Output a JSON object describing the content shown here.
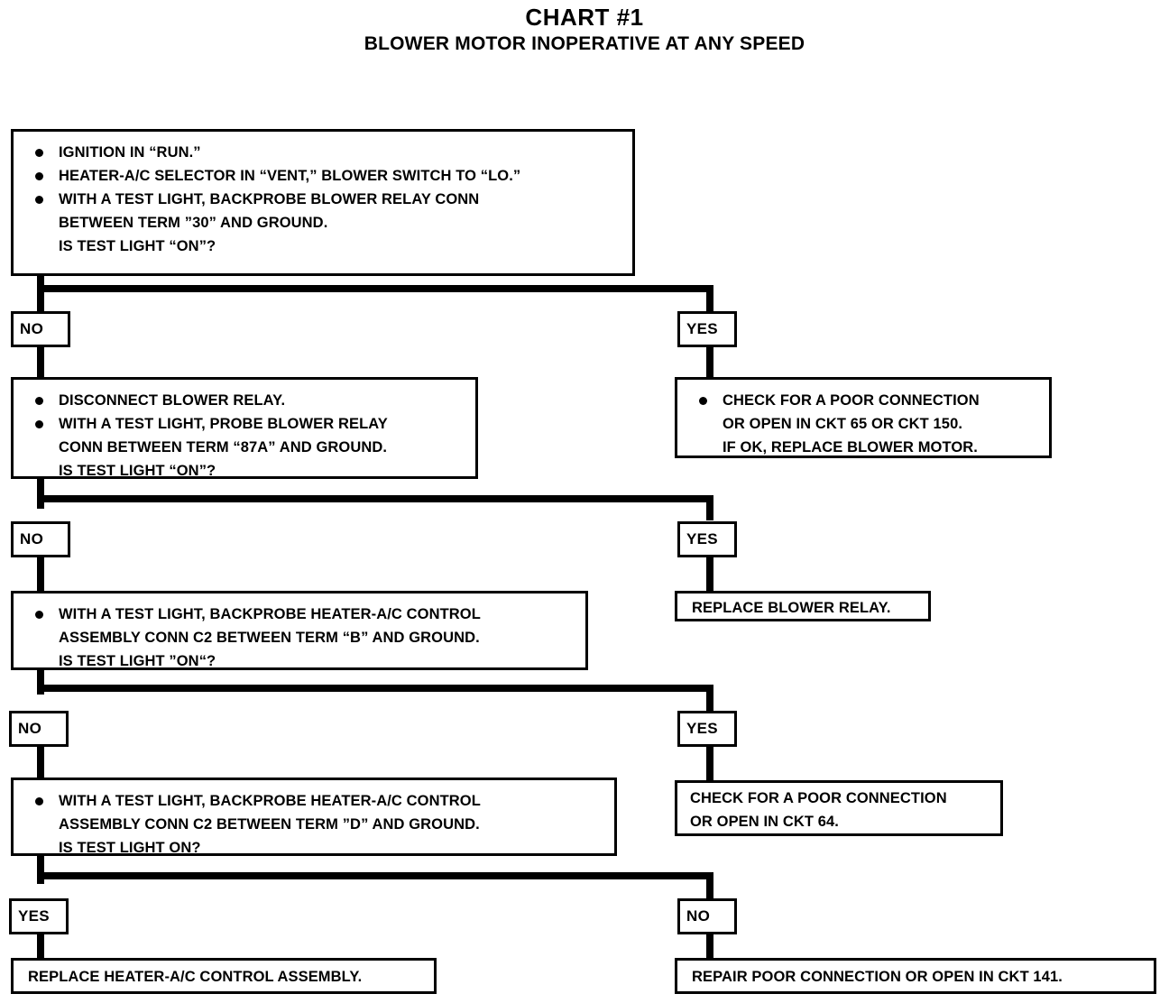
{
  "title": {
    "main": "CHART #1",
    "sub": "BLOWER MOTOR INOPERATIVE AT ANY SPEED"
  },
  "chart_data": {
    "type": "diagram",
    "diagram_kind": "troubleshooting-flowchart",
    "title": "CHART #1",
    "subtitle": "BLOWER MOTOR INOPERATIVE AT ANY SPEED"
  },
  "nodes": {
    "step1": {
      "id": "step1",
      "lines": [
        {
          "text": "IGNITION IN “RUN.”",
          "bullet": true
        },
        {
          "text": "HEATER-A/C SELECTOR IN “VENT,” BLOWER SWITCH TO “LO.”",
          "bullet": true
        },
        {
          "text": "WITH A TEST LIGHT, BACKPROBE BLOWER RELAY CONN",
          "bullet": true
        },
        {
          "text": "BETWEEN TERM ”30” AND GROUND.",
          "bullet": false
        },
        {
          "text": "IS TEST LIGHT “ON”?",
          "bullet": false
        }
      ]
    },
    "step2_left": {
      "id": "step2_left",
      "lines": [
        {
          "text": "DISCONNECT BLOWER RELAY.",
          "bullet": true
        },
        {
          "text": "WITH A TEST LIGHT, PROBE BLOWER RELAY",
          "bullet": true
        },
        {
          "text": "CONN BETWEEN TERM “87A” AND GROUND.",
          "bullet": false
        },
        {
          "text": "IS TEST LIGHT “ON”?",
          "bullet": false
        }
      ]
    },
    "step2_right": {
      "id": "step2_right",
      "lines": [
        {
          "text": "CHECK FOR A POOR CONNECTION",
          "bullet": true
        },
        {
          "text": "OR OPEN IN CKT 65 OR CKT 150.",
          "bullet": false
        },
        {
          "text": "IF OK, REPLACE BLOWER MOTOR.",
          "bullet": false
        }
      ]
    },
    "step3_left": {
      "id": "step3_left",
      "lines": [
        {
          "text": "WITH A TEST LIGHT, BACKPROBE HEATER-A/C CONTROL",
          "bullet": true
        },
        {
          "text": "ASSEMBLY CONN C2 BETWEEN TERM “B”  AND GROUND.",
          "bullet": false
        },
        {
          "text": "IS TEST LIGHT ”ON“?",
          "bullet": false
        }
      ]
    },
    "step3_right": {
      "id": "step3_right",
      "lines": [
        {
          "text": "REPLACE BLOWER RELAY.",
          "bullet": false,
          "plain": true
        }
      ]
    },
    "step4_left": {
      "id": "step4_left",
      "lines": [
        {
          "text": "WITH A TEST LIGHT, BACKPROBE HEATER-A/C CONTROL",
          "bullet": true
        },
        {
          "text": "ASSEMBLY CONN C2 BETWEEN TERM ”D” AND GROUND.",
          "bullet": false
        },
        {
          "text": "IS TEST LIGHT ON?",
          "bullet": false
        }
      ]
    },
    "step4_right": {
      "id": "step4_right",
      "lines": [
        {
          "text": "CHECK FOR A POOR CONNECTION",
          "bullet": false,
          "plain": true
        },
        {
          "text": "OR OPEN IN CKT 64.",
          "bullet": false,
          "plain": true
        }
      ]
    },
    "step5_left": {
      "id": "step5_left",
      "lines": [
        {
          "text": "REPLACE HEATER-A/C CONTROL ASSEMBLY.",
          "bullet": false,
          "plain": true
        }
      ]
    },
    "step5_right": {
      "id": "step5_right",
      "lines": [
        {
          "text": "REPAIR POOR CONNECTION OR OPEN IN CKT 141.",
          "bullet": false,
          "plain": true
        }
      ]
    }
  },
  "decisions": {
    "d1_left": "NO",
    "d1_right": "YES",
    "d2_left": "NO",
    "d2_right": "YES",
    "d3_left": "NO",
    "d3_right": "YES",
    "d4_left": "YES",
    "d4_right": "NO"
  },
  "colors": {
    "ink": "#000000",
    "paper": "#ffffff"
  }
}
